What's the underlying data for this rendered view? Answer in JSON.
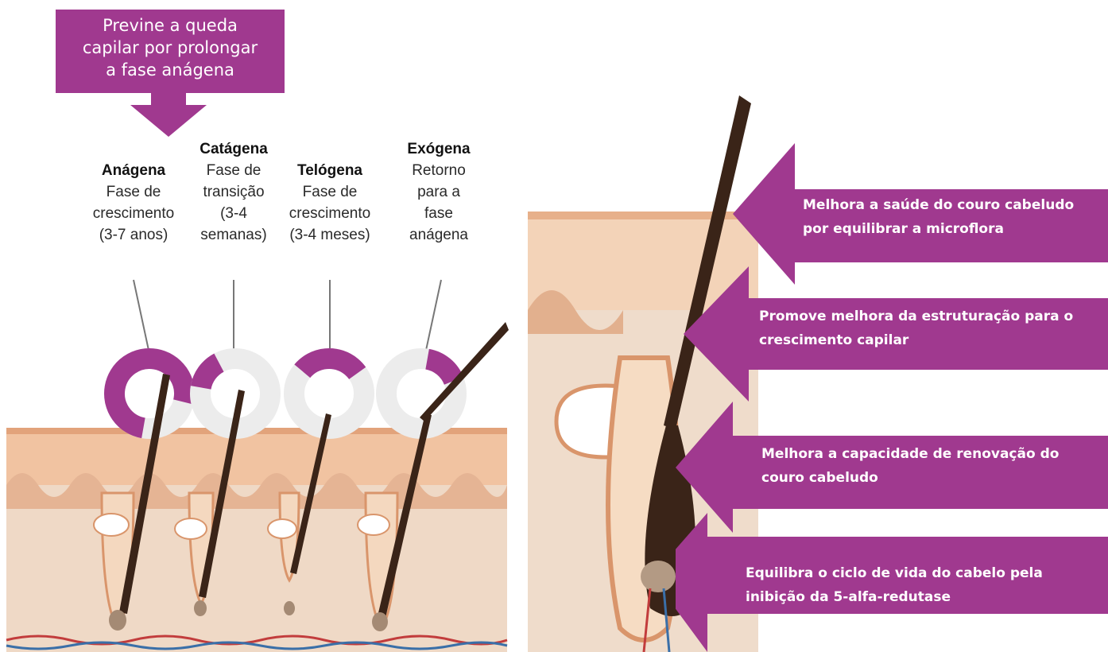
{
  "top_arrow": {
    "lines": [
      "Previne a queda",
      "capilar por prolongar",
      "a fase anágena"
    ]
  },
  "phases": [
    {
      "name": "Anágena",
      "lines": [
        "Fase de",
        "crescimento",
        "(3-7 anos)"
      ]
    },
    {
      "name": "Catágena",
      "lines": [
        "Fase de",
        "transição",
        "(3-4",
        "semanas)"
      ]
    },
    {
      "name": "Telógena",
      "lines": [
        "Fase de",
        "crescimento",
        "(3-4 meses)"
      ]
    },
    {
      "name": "Exógena",
      "lines": [
        "Retorno",
        "para a",
        "fase",
        "anágena"
      ]
    }
  ],
  "callouts": [
    {
      "lines": [
        "Melhora a saúde do couro cabeludo",
        "por equilibrar a microflora"
      ]
    },
    {
      "lines": [
        "Promove melhora da estruturação para o",
        "crescimento capilar"
      ]
    },
    {
      "lines": [
        "Melhora a capacidade de renovação do",
        "couro cabeludo"
      ]
    },
    {
      "lines": [
        "Equilibra o ciclo de vida do cabelo pela",
        "inibição da 5-alfa-redutase"
      ]
    }
  ],
  "colors": {
    "accent": "#a0398f",
    "skin": "#f0c9a6",
    "hair": "#3a2418",
    "phase_ring_light": "#ececec"
  }
}
